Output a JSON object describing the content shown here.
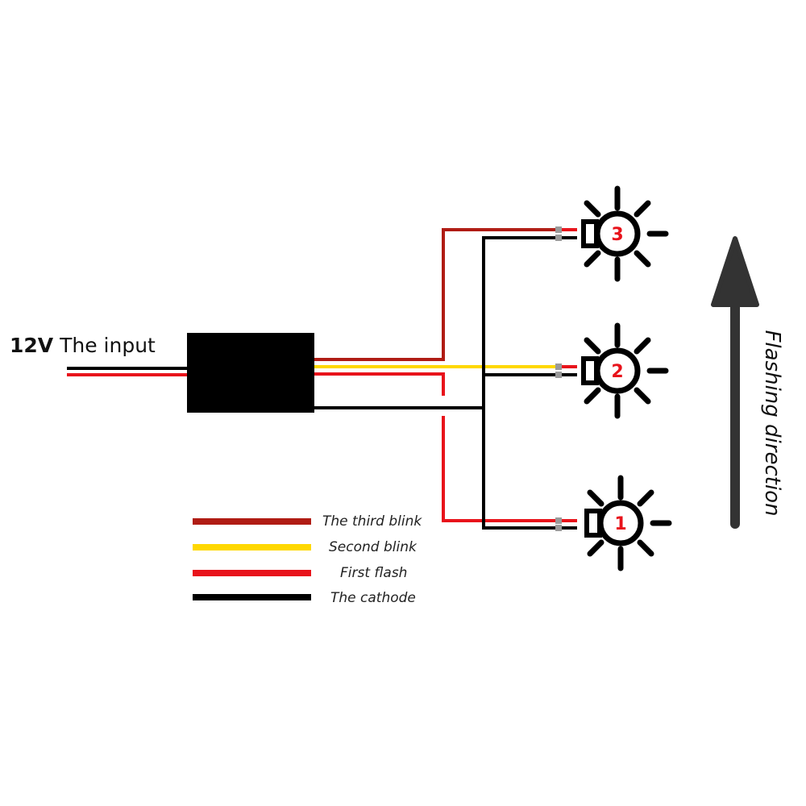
{
  "input": {
    "voltage": "12V",
    "label": "The input"
  },
  "legend": [
    {
      "label": "The third blink",
      "color": "#b01c14"
    },
    {
      "label": "Second blink",
      "color": "#ffd800"
    },
    {
      "label": "First flash",
      "color": "#e8131b"
    },
    {
      "label": "The cathode",
      "color": "#000000"
    }
  ],
  "bulbs": [
    {
      "number": "3"
    },
    {
      "number": "2"
    },
    {
      "number": "1"
    }
  ],
  "direction_label": "Flashing direction",
  "colors": {
    "third_blink": "#b01c14",
    "second_blink": "#ffd800",
    "first_flash": "#e8131b",
    "cathode": "#000000",
    "bulb_number": "#e8131b",
    "connector": "#9a9a9a"
  }
}
